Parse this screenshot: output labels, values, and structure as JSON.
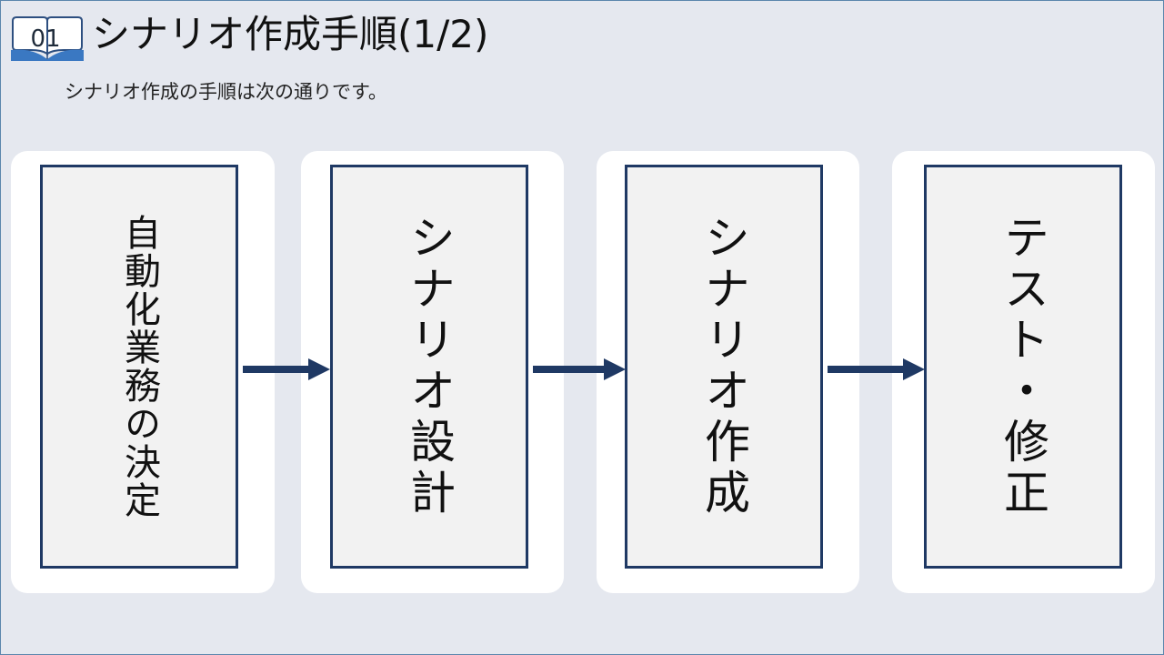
{
  "slide": {
    "badge_number": "01",
    "title": "シナリオ作成手順(1/2)",
    "subtitle": "シナリオ作成の手順は次の通りです。"
  },
  "steps": [
    {
      "label": "自動化業務の決定"
    },
    {
      "label": "シナリオ設計"
    },
    {
      "label": "シナリオ作成"
    },
    {
      "label": "テスト・修正"
    }
  ],
  "colors": {
    "background": "#e5e8ef",
    "card": "#ffffff",
    "box_fill": "#f2f2f2",
    "box_border": "#1f3964",
    "arrow": "#1f3964",
    "badge_accent": "#3a78c2"
  },
  "icons": {
    "badge": "open-book-icon",
    "connector": "arrow-right-icon"
  }
}
